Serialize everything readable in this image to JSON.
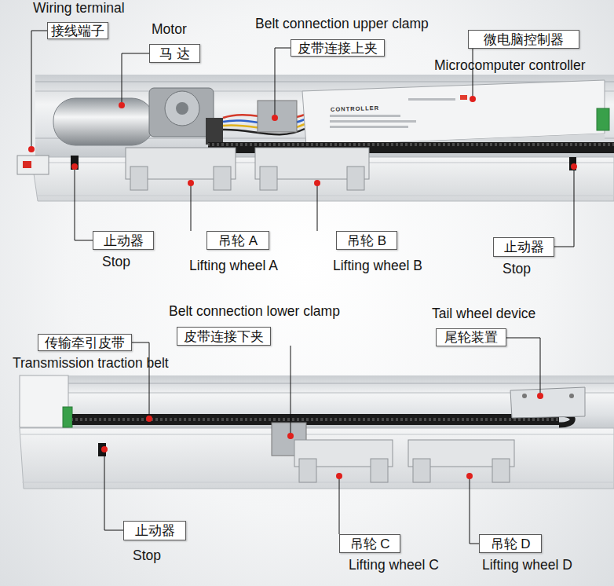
{
  "diagram": {
    "nodes": [
      {
        "text": [
          "Wiring terminal",
          "接线端子"
        ]
      },
      {
        "text": [
          "Motor",
          "马 达"
        ]
      },
      {
        "text": [
          "Belt connection upper clamp",
          "皮带连接上夹"
        ]
      },
      {
        "text": [
          "微电脑控制器",
          "Microcomputer controller"
        ]
      },
      {
        "text": [
          "止动器",
          "Stop"
        ]
      },
      {
        "text": [
          "吊轮 A",
          "Lifting wheel A"
        ]
      },
      {
        "text": [
          "吊轮 B",
          "Lifting wheel B"
        ]
      },
      {
        "text": [
          "止动器",
          "Stop"
        ]
      },
      {
        "text": [
          "Belt connection lower clamp",
          "皮带连接下夹"
        ]
      },
      {
        "text": [
          "Tail wheel device",
          "尾轮装置"
        ]
      },
      {
        "text": [
          "传输牵引皮带",
          "Transmission traction belt"
        ]
      },
      {
        "text": [
          "止动器",
          "Stop"
        ]
      },
      {
        "text": [
          "吊轮 C",
          "Lifting wheel C"
        ]
      },
      {
        "text": [
          "吊轮 D",
          "Lifting wheel D"
        ]
      }
    ],
    "labels": [
      "CONTROLLER"
    ]
  }
}
